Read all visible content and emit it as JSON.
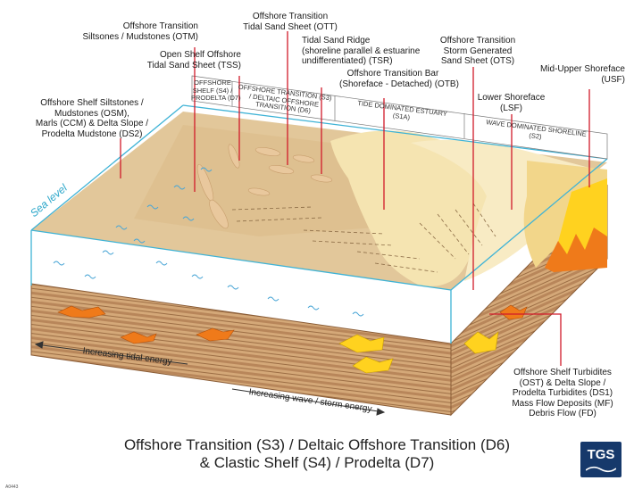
{
  "labels": {
    "otm": [
      "Offshore Transition",
      "Siltsones / Mudstones (OTM)"
    ],
    "ott": [
      "Offshore Transition",
      "Tidal Sand Sheet (OTT)"
    ],
    "tss": [
      "Open Shelf Offshore",
      "Tidal Sand Sheet (TSS)"
    ],
    "tsr": [
      "Tidal Sand Ridge",
      "(shoreline parallel & estuarine",
      "undifferentiated) (TSR)"
    ],
    "ots": [
      "Offshore Transition",
      "Storm Generated",
      "Sand Sheet (OTS)"
    ],
    "otb": [
      "Offshore Transition Bar",
      "(Shoreface - Detached) (OTB)"
    ],
    "usf": [
      "Mid-Upper Shoreface",
      "(USF)"
    ],
    "lsf": [
      "Lower Shoreface",
      "(LSF)"
    ],
    "osm": [
      "Offshore Shelf Siltstones /",
      "Mudstones (OSM),",
      "Marls (CCM) & Delta Slope /",
      "Prodelta Mudstone (DS2)"
    ],
    "turb": [
      "Offshore Shelf Turbidites",
      "(OST) & Delta Slope /",
      "Prodelta Turbidites (DS1)",
      "Mass Flow Deposits (MF)",
      "Debris Flow (FD)"
    ]
  },
  "zones": {
    "shelf": [
      "OFFSHORE",
      "SHELF (S4) /",
      "PRODELTA (D7)"
    ],
    "transition": [
      "OFFSHORE TRANSITION (S3)",
      "/ DELTAIC OFFSHORE",
      "TRANSITION (D6)"
    ],
    "tide": [
      "TIDE DOMINATED ESTUARY",
      "(S1A)"
    ],
    "wave": [
      "WAVE DOMINATED SHORELINE",
      "(S2)"
    ]
  },
  "sea_level": "Sea level",
  "axes": {
    "tidal": "Increasing tidal energy",
    "wave": "Increasing wave / storm energy"
  },
  "title": [
    "Offshore Transition (S3) / Deltaic Offshore Transition (D6)",
    "& Clastic Shelf (S4) / Prodelta (D7)"
  ],
  "logo": "TGS",
  "figure_code": "A0443",
  "colors": {
    "sea_surface": "#e8d2a8",
    "sand_light": "#f6e6b0",
    "sand_mid": "#f0d487",
    "water_line": "#3fb3d6",
    "leader": "#d11a2a",
    "turbidite": "#ee7a1c",
    "shoreface": "#ffd21f",
    "strata_dark": "#b07c4f",
    "strata_light": "#dcb487",
    "logo_bg": "#16396b"
  }
}
